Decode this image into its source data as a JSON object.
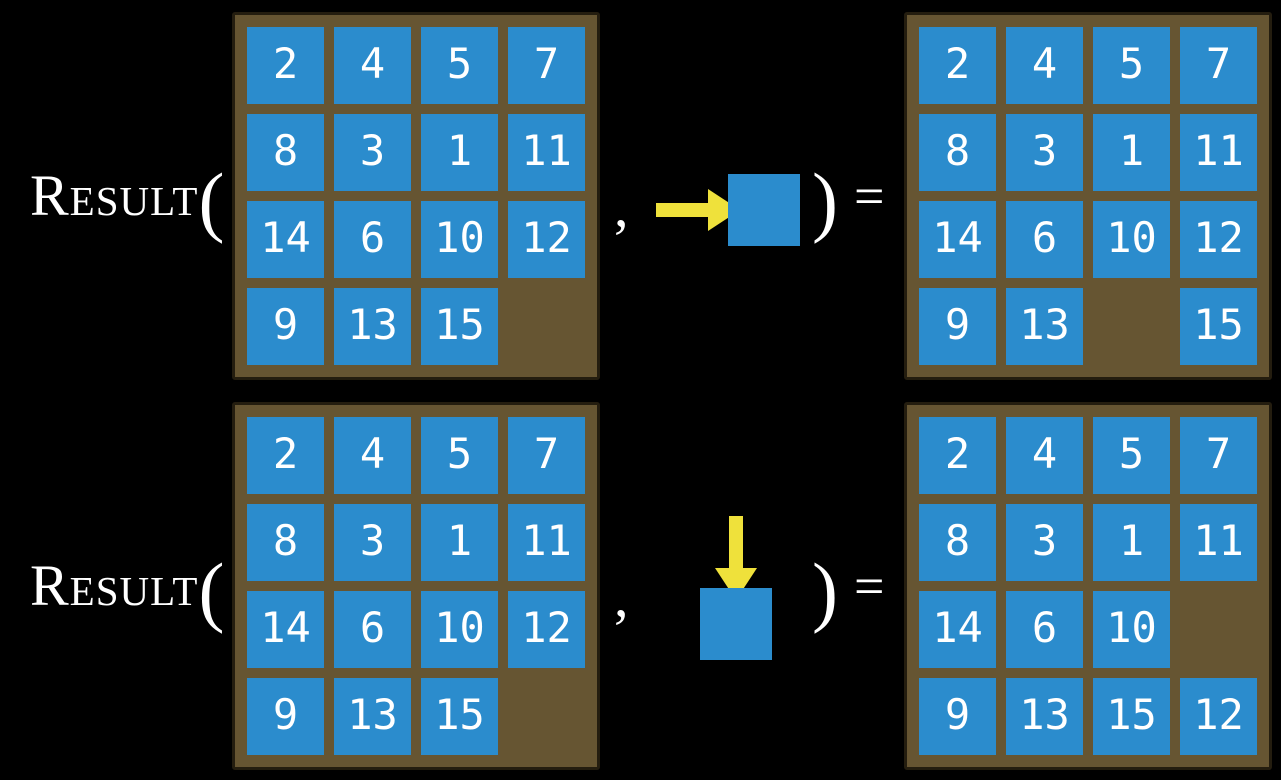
{
  "colors": {
    "canvas_bg": "#000000",
    "board_bg": "#665532",
    "board_border": "#241d0f",
    "tile": "#2b8ccd",
    "tile_text": "#ffffff",
    "arrow": "#efe13b",
    "label_text": "#ffffff"
  },
  "tokens": {
    "open_paren": "(",
    "comma": ",",
    "close_paren": ")",
    "equals": "="
  },
  "equations": [
    {
      "function_name": "Result",
      "input_grid": {
        "rows": [
          [
            "2",
            "4",
            "5",
            "7"
          ],
          [
            "8",
            "3",
            "1",
            "11"
          ],
          [
            "14",
            "6",
            "10",
            "12"
          ],
          [
            "9",
            "13",
            "15",
            ""
          ]
        ],
        "blank_position": "row4-col4"
      },
      "action": {
        "direction": "right",
        "icon": "yellow-arrow-into-blue-tile"
      },
      "output_grid": {
        "rows": [
          [
            "2",
            "4",
            "5",
            "7"
          ],
          [
            "8",
            "3",
            "1",
            "11"
          ],
          [
            "14",
            "6",
            "10",
            "12"
          ],
          [
            "9",
            "13",
            "",
            "15"
          ]
        ],
        "blank_position": "row4-col3"
      }
    },
    {
      "function_name": "Result",
      "input_grid": {
        "rows": [
          [
            "2",
            "4",
            "5",
            "7"
          ],
          [
            "8",
            "3",
            "1",
            "11"
          ],
          [
            "14",
            "6",
            "10",
            "12"
          ],
          [
            "9",
            "13",
            "15",
            ""
          ]
        ],
        "blank_position": "row4-col4"
      },
      "action": {
        "direction": "down",
        "icon": "yellow-arrow-into-blue-tile"
      },
      "output_grid": {
        "rows": [
          [
            "2",
            "4",
            "5",
            "7"
          ],
          [
            "8",
            "3",
            "1",
            "11"
          ],
          [
            "14",
            "6",
            "10",
            ""
          ],
          [
            "9",
            "13",
            "15",
            "12"
          ]
        ],
        "blank_position": "row3-col4"
      }
    }
  ]
}
